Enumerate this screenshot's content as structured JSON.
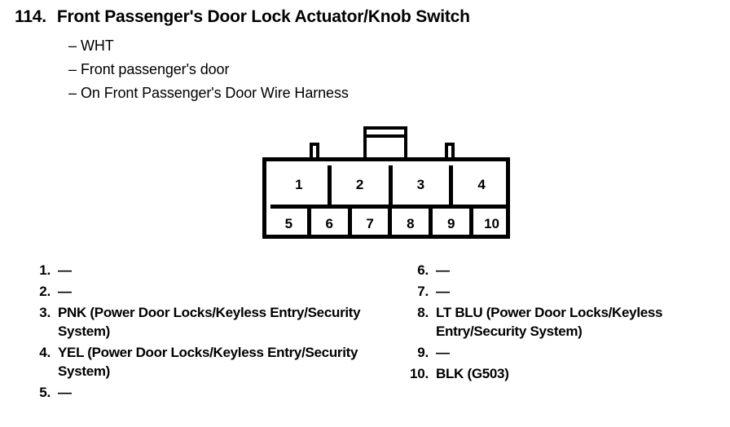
{
  "header": {
    "number": "114.",
    "title": "Front Passenger's Door Lock Actuator/Knob Switch",
    "dash": "–",
    "sub_lines": [
      "WHT",
      "Front passenger's door",
      "On Front Passenger's Door Wire Harness"
    ]
  },
  "connector": {
    "top_row": [
      "1",
      "2",
      "3",
      "4"
    ],
    "bottom_row": [
      "5",
      "6",
      "7",
      "8",
      "9",
      "10"
    ]
  },
  "pins": {
    "left": [
      {
        "num": "1.",
        "desc": "—"
      },
      {
        "num": "2.",
        "desc": "—"
      },
      {
        "num": "3.",
        "desc": "PNK (Power Door Locks/Keyless Entry/Security System)"
      },
      {
        "num": "4.",
        "desc": "YEL (Power Door Locks/Keyless Entry/Security System)"
      },
      {
        "num": "5.",
        "desc": "—"
      }
    ],
    "right": [
      {
        "num": "6.",
        "desc": "—"
      },
      {
        "num": "7.",
        "desc": "—"
      },
      {
        "num": "8.",
        "desc": "LT BLU (Power Door Locks/Keyless Entry/Security System)"
      },
      {
        "num": "9.",
        "desc": "—"
      },
      {
        "num": "10.",
        "desc": "BLK (G503)"
      }
    ]
  },
  "colors": {
    "ink": "#000000",
    "paper": "#ffffff"
  }
}
